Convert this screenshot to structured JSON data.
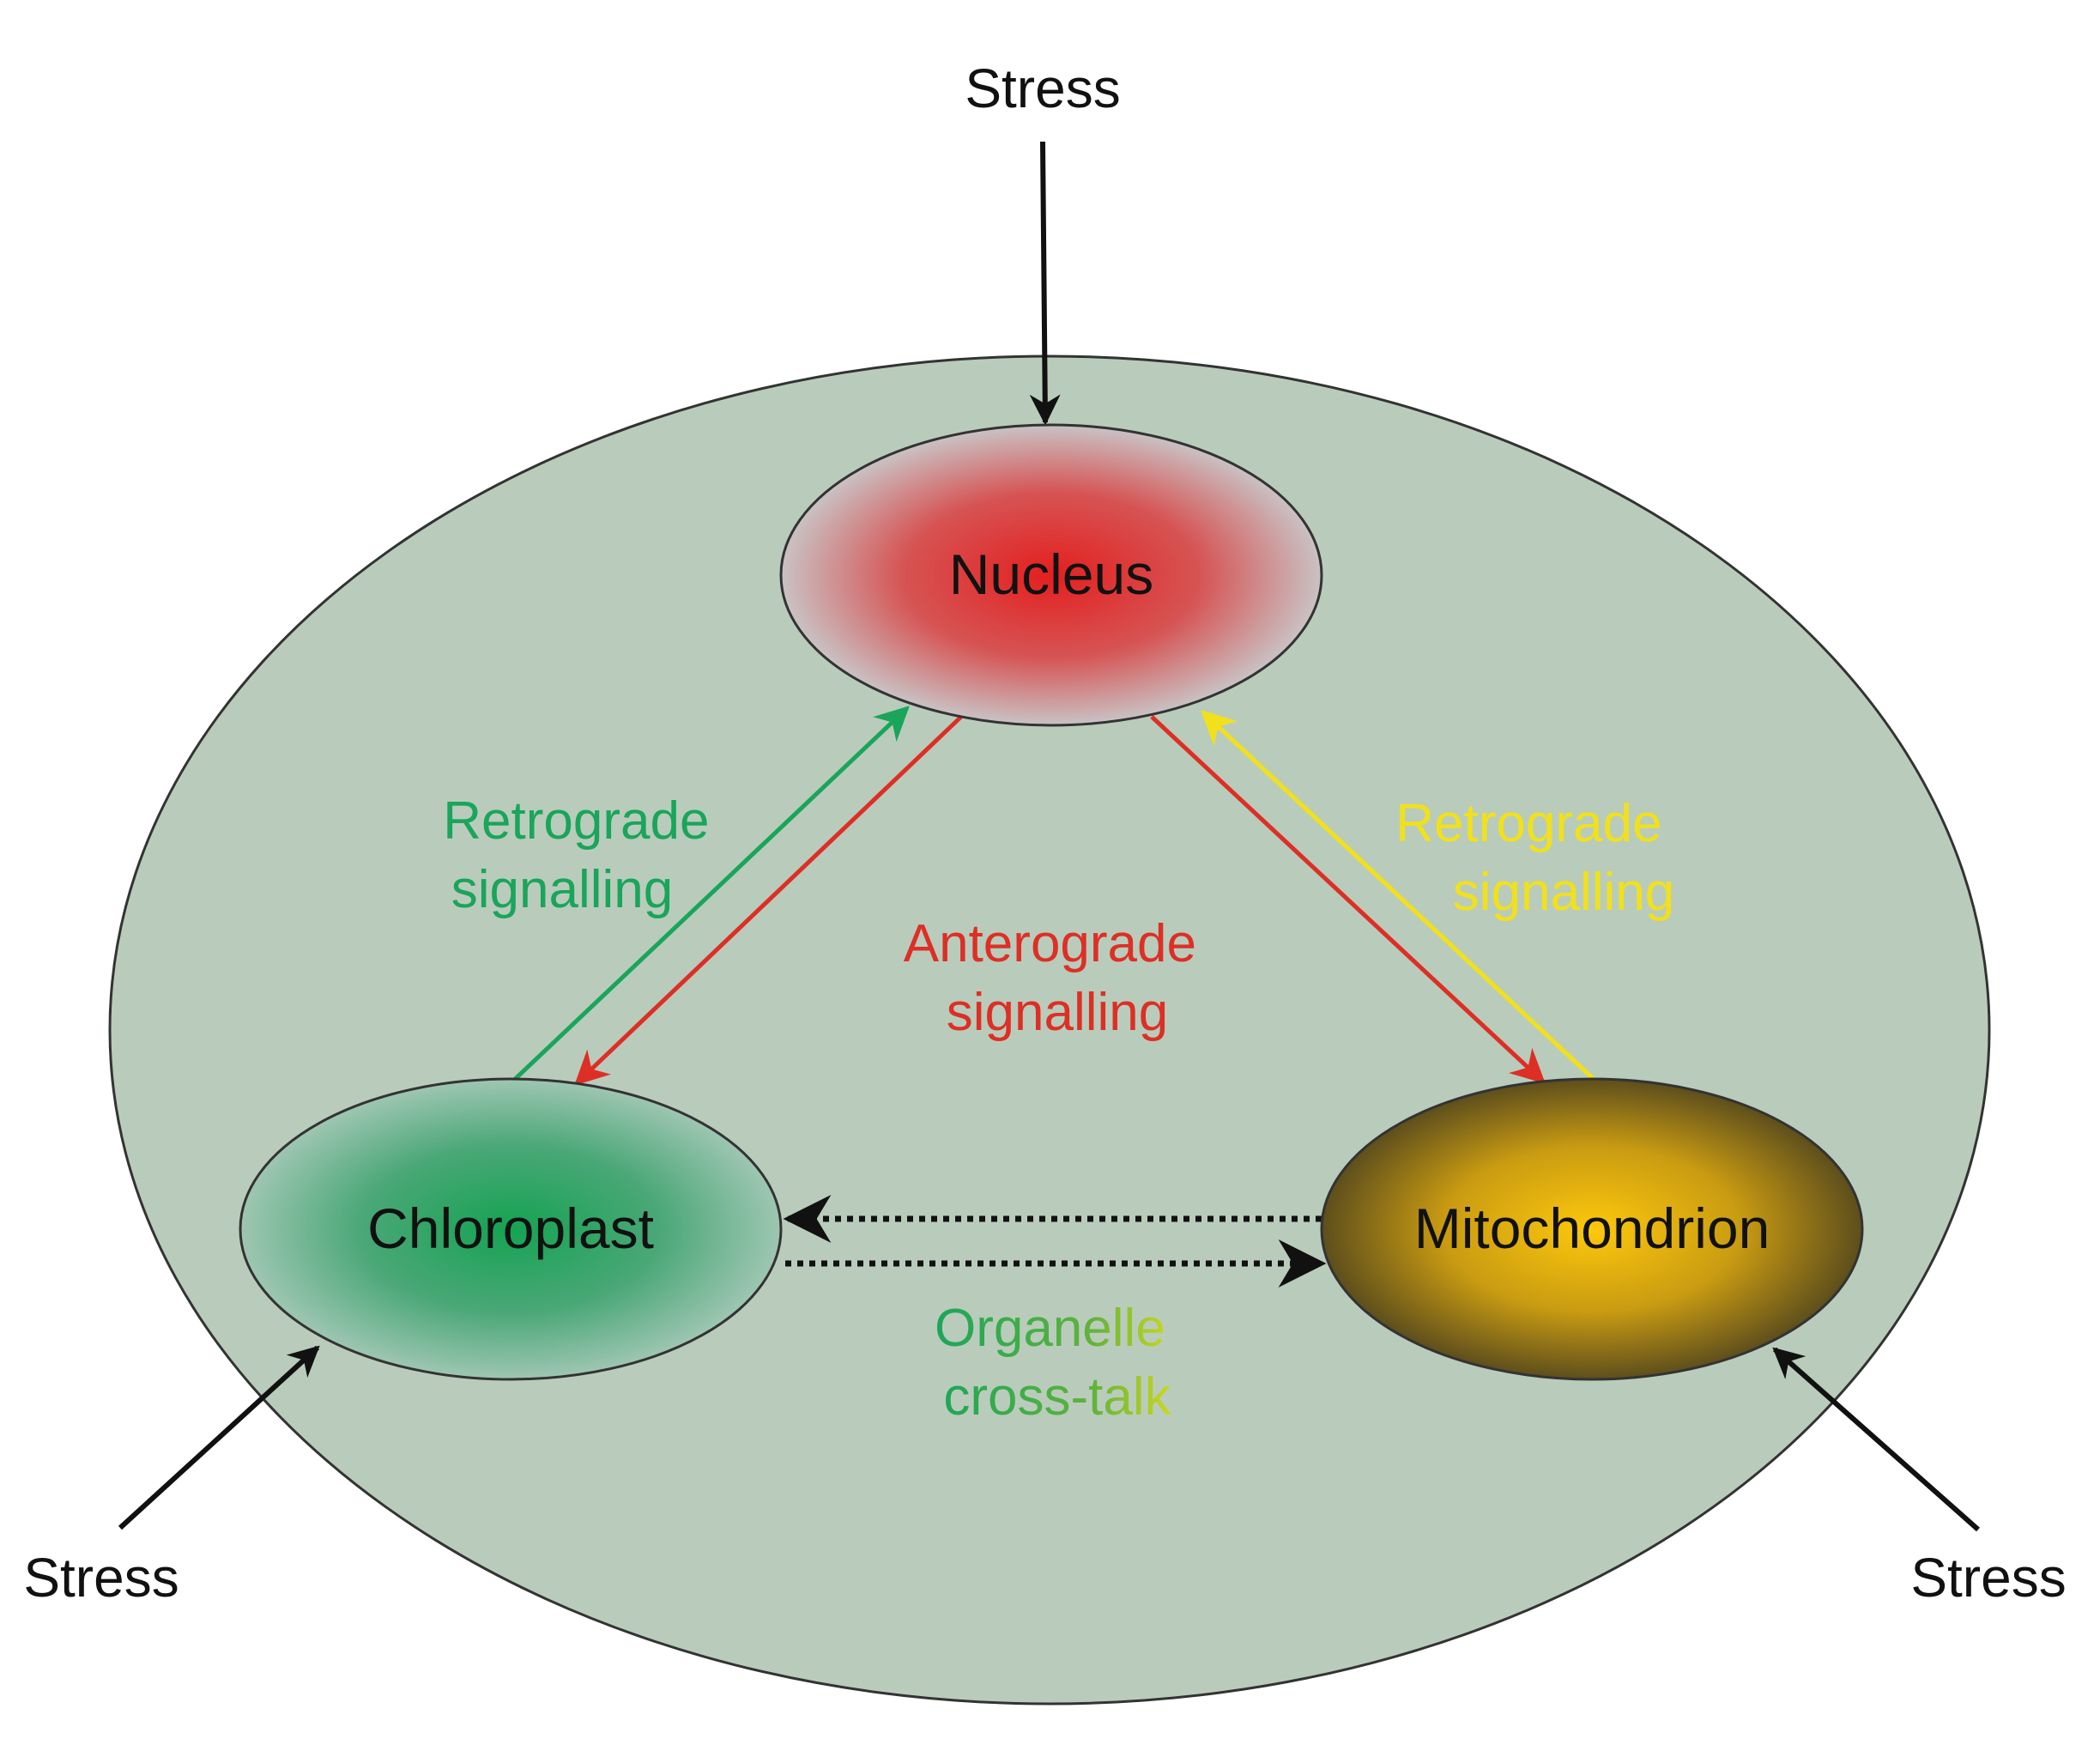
{
  "colors": {
    "cell_fill": "#b9ccbb",
    "outline": "#333333",
    "nucleus_center": "#e41f1f",
    "nucleus_edge": "#c9c2c4",
    "chloroplast_center": "#15a352",
    "chloroplast_edge": "#9ec6b2",
    "mitochondrion_center": "#fdc80c",
    "mitochondrion_edge": "#5d4e1c",
    "green": "#1aa55a",
    "red": "#dd2f26",
    "yellow": "#f2e11a",
    "black": "#111111"
  },
  "organelles": {
    "nucleus": "Nucleus",
    "chloroplast": "Chloroplast",
    "mitochondrion": "Mitochondrion"
  },
  "stress_labels": {
    "top": "Stress",
    "left": "Stress",
    "right": "Stress"
  },
  "signalling": {
    "retrograde_chloroplast": {
      "line1": "Retrograde",
      "line2": "signalling"
    },
    "retrograde_mitochondrion": {
      "line1": "Retrograde",
      "line2": "signalling"
    },
    "anterograde": {
      "line1": "Anterograde",
      "line2": "signalling"
    },
    "cross_talk": {
      "line1": "Organelle",
      "line2": "cross-talk"
    }
  }
}
